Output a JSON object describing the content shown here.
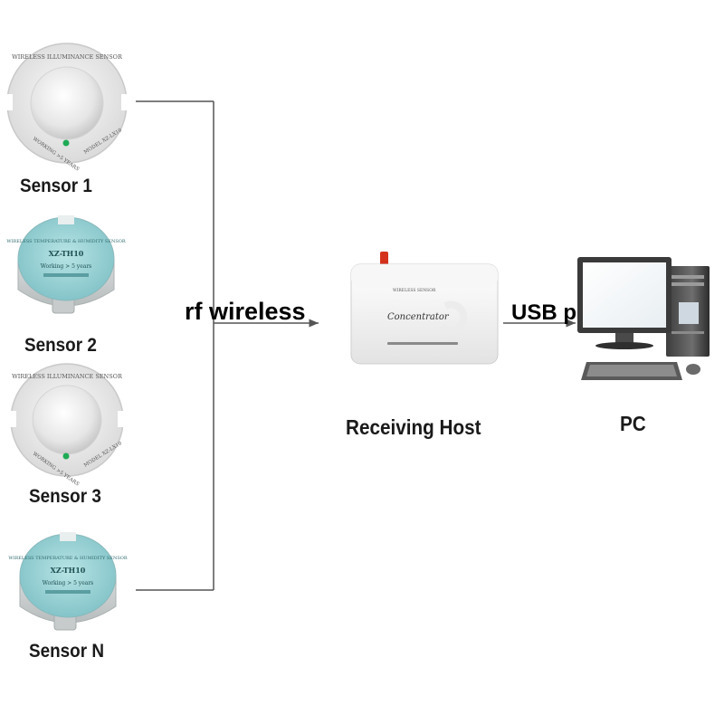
{
  "sensors": [
    {
      "label": "Sensor 1",
      "type": "illuminance",
      "device_ring_text": "WIRELESS ILLUMINANCE SENSOR",
      "device_lower_left": "WORKING >5 YEARS",
      "device_lower_right": "MODEL XZ-LX10",
      "led_color": "#1faa55"
    },
    {
      "label": "Sensor 2",
      "type": "temp-humidity",
      "device_ring_text": "WIRELESS TEMPERATURE & HUMIDITY SENSOR",
      "device_model": "XZ-TH10",
      "device_working": "Working > 5 years"
    },
    {
      "label": "Sensor 3",
      "type": "illuminance",
      "device_ring_text": "WIRELESS ILLUMINANCE SENSOR",
      "device_lower_left": "WORKING >5 YEARS",
      "device_lower_right": "MODEL XZ-LX10",
      "led_color": "#1faa55"
    },
    {
      "label": "Sensor N",
      "type": "temp-humidity",
      "device_ring_text": "WIRELESS TEMPERATURE & HUMIDITY SENSOR",
      "device_model": "XZ-TH10",
      "device_working": "Working > 5 years"
    }
  ],
  "links": {
    "rf_label": "rf wireless",
    "usb_label": "USB port"
  },
  "host": {
    "label": "Receiving Host",
    "device_text": "Concentrator",
    "device_brand": "WIRELESS SENSOR",
    "antenna_color": "#d4321c"
  },
  "pc": {
    "label": "PC"
  },
  "colors": {
    "line": "#555555",
    "sensor_teal": "#9fd3d6",
    "sensor_white": "#f4f4f4"
  }
}
